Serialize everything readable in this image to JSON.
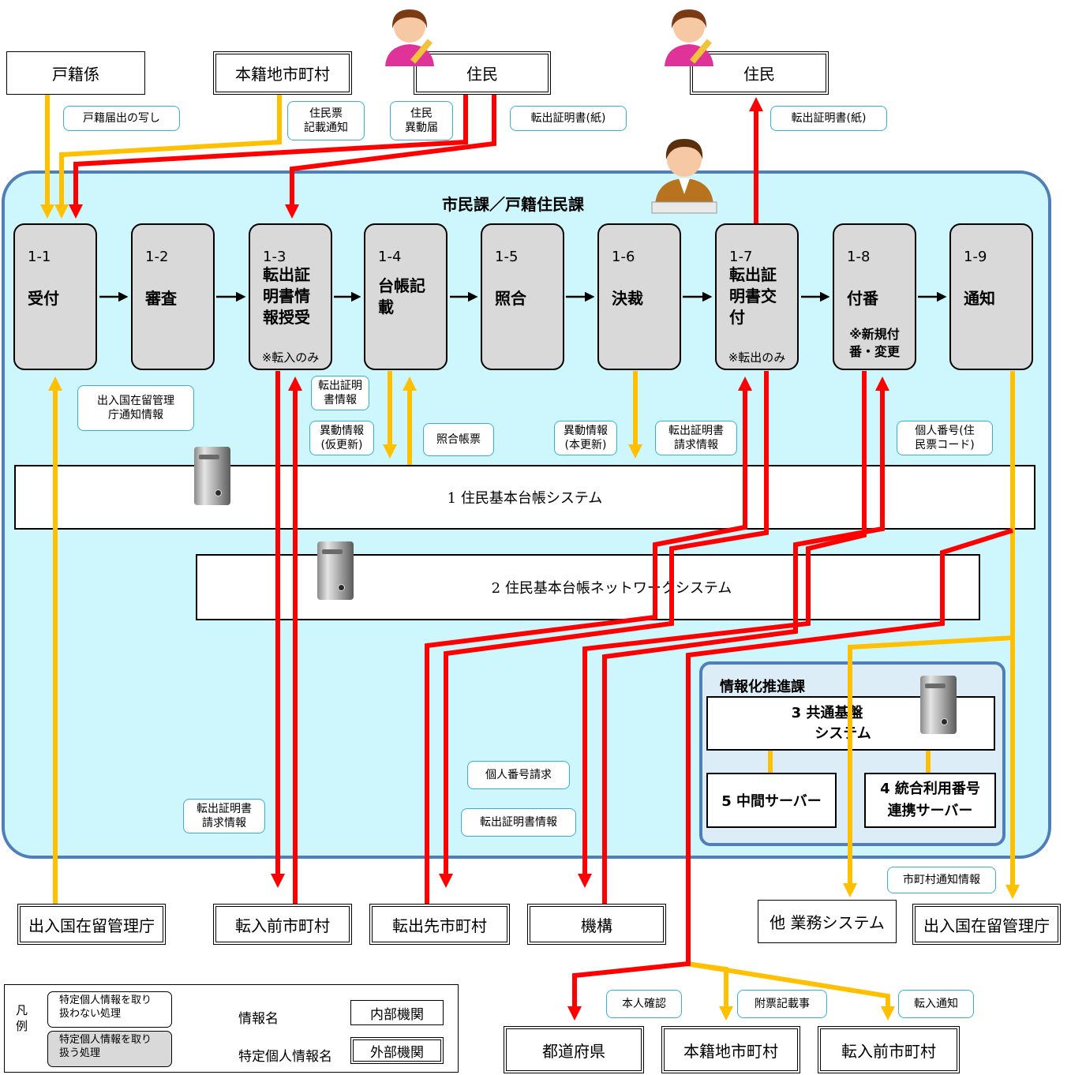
{
  "colors": {
    "info_arrow": "#ffc000",
    "personal_arrow": "#ff0000",
    "dept_fill": "#cdf7fd",
    "dept_border": "#4f7fb6",
    "step_fill": "#d9d9d9",
    "callout_border": "#35b0dc"
  },
  "top_entities": {
    "koseki": "戸籍係",
    "honseki": "本籍地市町村",
    "jumin_in": "住民",
    "jumin_out": "住民"
  },
  "department": {
    "title": "市民課／戸籍住民課"
  },
  "steps": [
    {
      "num": "1-1",
      "name": "受付",
      "note": ""
    },
    {
      "num": "1-2",
      "name": "審査",
      "note": ""
    },
    {
      "num": "1-3",
      "name": "転出証明書情報授受",
      "note": "※転入のみ"
    },
    {
      "num": "1-4",
      "name": "台帳記載",
      "note": ""
    },
    {
      "num": "1-5",
      "name": "照合",
      "note": ""
    },
    {
      "num": "1-6",
      "name": "決裁",
      "note": ""
    },
    {
      "num": "1-7",
      "name": "転出証明書交付",
      "note": "※転出のみ"
    },
    {
      "num": "1-8",
      "name": "付番",
      "note": "※新規付番・変更"
    },
    {
      "num": "1-9",
      "name": "通知",
      "note": ""
    }
  ],
  "systems": {
    "s1": "1 住民基本台帳システム",
    "s2": "2 住民基本台帳ネットワークシステム",
    "s3_line1": "3 共通基盤",
    "s3_line2": "システム",
    "s5": "5 中間サーバー",
    "s4_line1": "4 統合利用番号",
    "s4_line2": "連携サーバー"
  },
  "sub_department": {
    "title": "情報化推進課"
  },
  "labels": {
    "koseki_copy": "戸籍届出の写し",
    "jumin_notice_1": "住民票",
    "jumin_notice_2": "記載通知",
    "jumin_ido_1": "住民",
    "jumin_ido_2": "異動届",
    "tenshutsu_paper_in": "転出証明書(紙)",
    "tenshutsu_paper_out": "転出証明書(紙)",
    "immig_notice_1": "出入国在留管理",
    "immig_notice_2": "庁通知情報",
    "tenshutsu_info_1": "転出証明",
    "tenshutsu_info_2": "書情報",
    "ido_kari_1": "異動情報",
    "ido_kari_2": "(仮更新)",
    "shogo": "照合帳票",
    "ido_hon_1": "異動情報",
    "ido_hon_2": "(本更新)",
    "tenshutsu_req_1": "転出証明書",
    "tenshutsu_req_2": "請求情報",
    "kojin_bango_1": "個人番号(住",
    "kojin_bango_2": "民票コード)",
    "kojin_req": "個人番号請求",
    "tenshutsu_req_b1": "転出証明書",
    "tenshutsu_req_b2": "請求情報",
    "tenshutsu_info_b": "転出証明書情報",
    "city_notice": "市町村通知情報",
    "honnin": "本人確認",
    "fuhyo": "附票記載事",
    "tennyu_notice": "転入通知"
  },
  "bottom_entities": {
    "immig_left": "出入国在留管理庁",
    "tennyu_mae": "転入前市町村",
    "tenshutsu_saki": "転出先市町村",
    "kiko": "機構",
    "other_sys": "他 業務システム",
    "immig_right": "出入国在留管理庁",
    "todofuken": "都道府県",
    "honseki_b": "本籍地市町村",
    "tennyu_mae_b": "転入前市町村"
  },
  "legend": {
    "title_1": "凡",
    "title_2": "例",
    "non_personal_1": "特定個人情報を取り",
    "non_personal_2": "扱わない処理",
    "personal_1": "特定個人情報を取り",
    "personal_2": "扱う処理",
    "info_name": "情報名",
    "personal_name": "特定個人情報名",
    "internal": "内部機関",
    "external": "外部機関"
  }
}
